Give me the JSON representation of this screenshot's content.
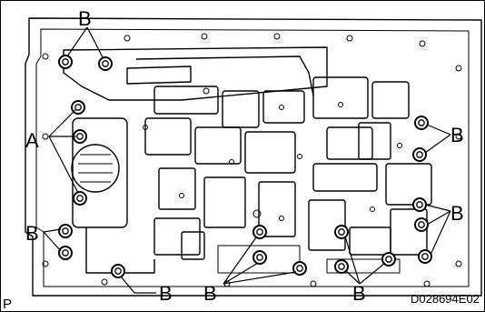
{
  "diagram": {
    "callouts": [
      "A",
      "B"
    ],
    "figure_code": "D028694E02",
    "corner_mark": "P",
    "colors": {
      "line": "#000000",
      "background": "#ffffff"
    }
  }
}
